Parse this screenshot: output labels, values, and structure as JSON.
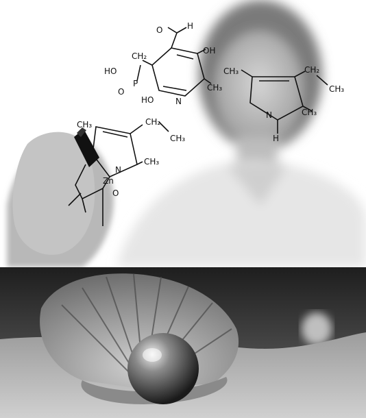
{
  "photo_top": {
    "subject": "person-drawing-molecule",
    "palette": {
      "ink": "#111111",
      "skin": "#cfcfcf",
      "shirt": "#e9e9e9",
      "bg": "#ffffff"
    },
    "chemistry": {
      "label_o_top": "O",
      "label_h_top": "H",
      "label_oh": "OH",
      "label_ch2_a": "CH₂",
      "label_ho_a": "HO",
      "label_p": "P",
      "label_o_p": "O",
      "label_ho_b": "HO",
      "label_ch3_a": "CH₃",
      "label_n_a": "N",
      "label_ch3_b": "CH₃",
      "label_ch2_b": "CH₂",
      "label_ch3_c": "CH₃",
      "label_ch3_d": "CH₃",
      "label_n_b": "N",
      "label_h_b": "H",
      "label_ch3_e": "CH₃",
      "label_ch2_c": "CH₂",
      "label_ch3_f": "CH₃",
      "label_ch3_g": "CH₃",
      "label_n_c": "N",
      "label_zn": "Zn",
      "label_o_c": "O"
    }
  },
  "photo_bottom": {
    "subject": "scallop-shell-with-pearl-on-sand",
    "palette": {
      "sand": "#bdbdbd",
      "shell": "#9a9a9a",
      "pearl": "#555555",
      "bg": "#303030"
    }
  }
}
